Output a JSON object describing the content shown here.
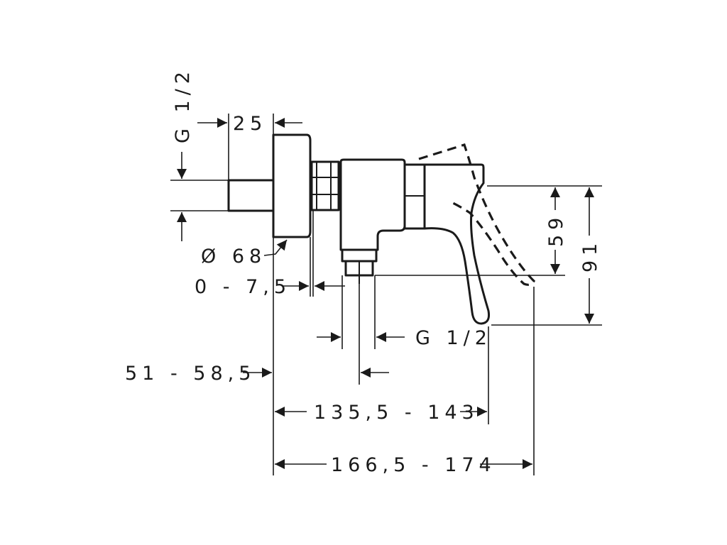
{
  "dimensions": {
    "thread_inlet": "G 1/2",
    "rosette_depth": "25",
    "rosette_diameter": "Ø 68",
    "adjustment_range": "0 - 7,5",
    "outlet_thread": "G 1/2",
    "wall_to_body": "51 - 58,5",
    "wall_to_handle_front": "135,5 - 143",
    "wall_to_handle_tip": "166,5 - 174",
    "handle_height_inner": "59",
    "handle_height_outer": "91"
  },
  "colors": {
    "line": "#1a1a1a",
    "background": "#ffffff"
  }
}
